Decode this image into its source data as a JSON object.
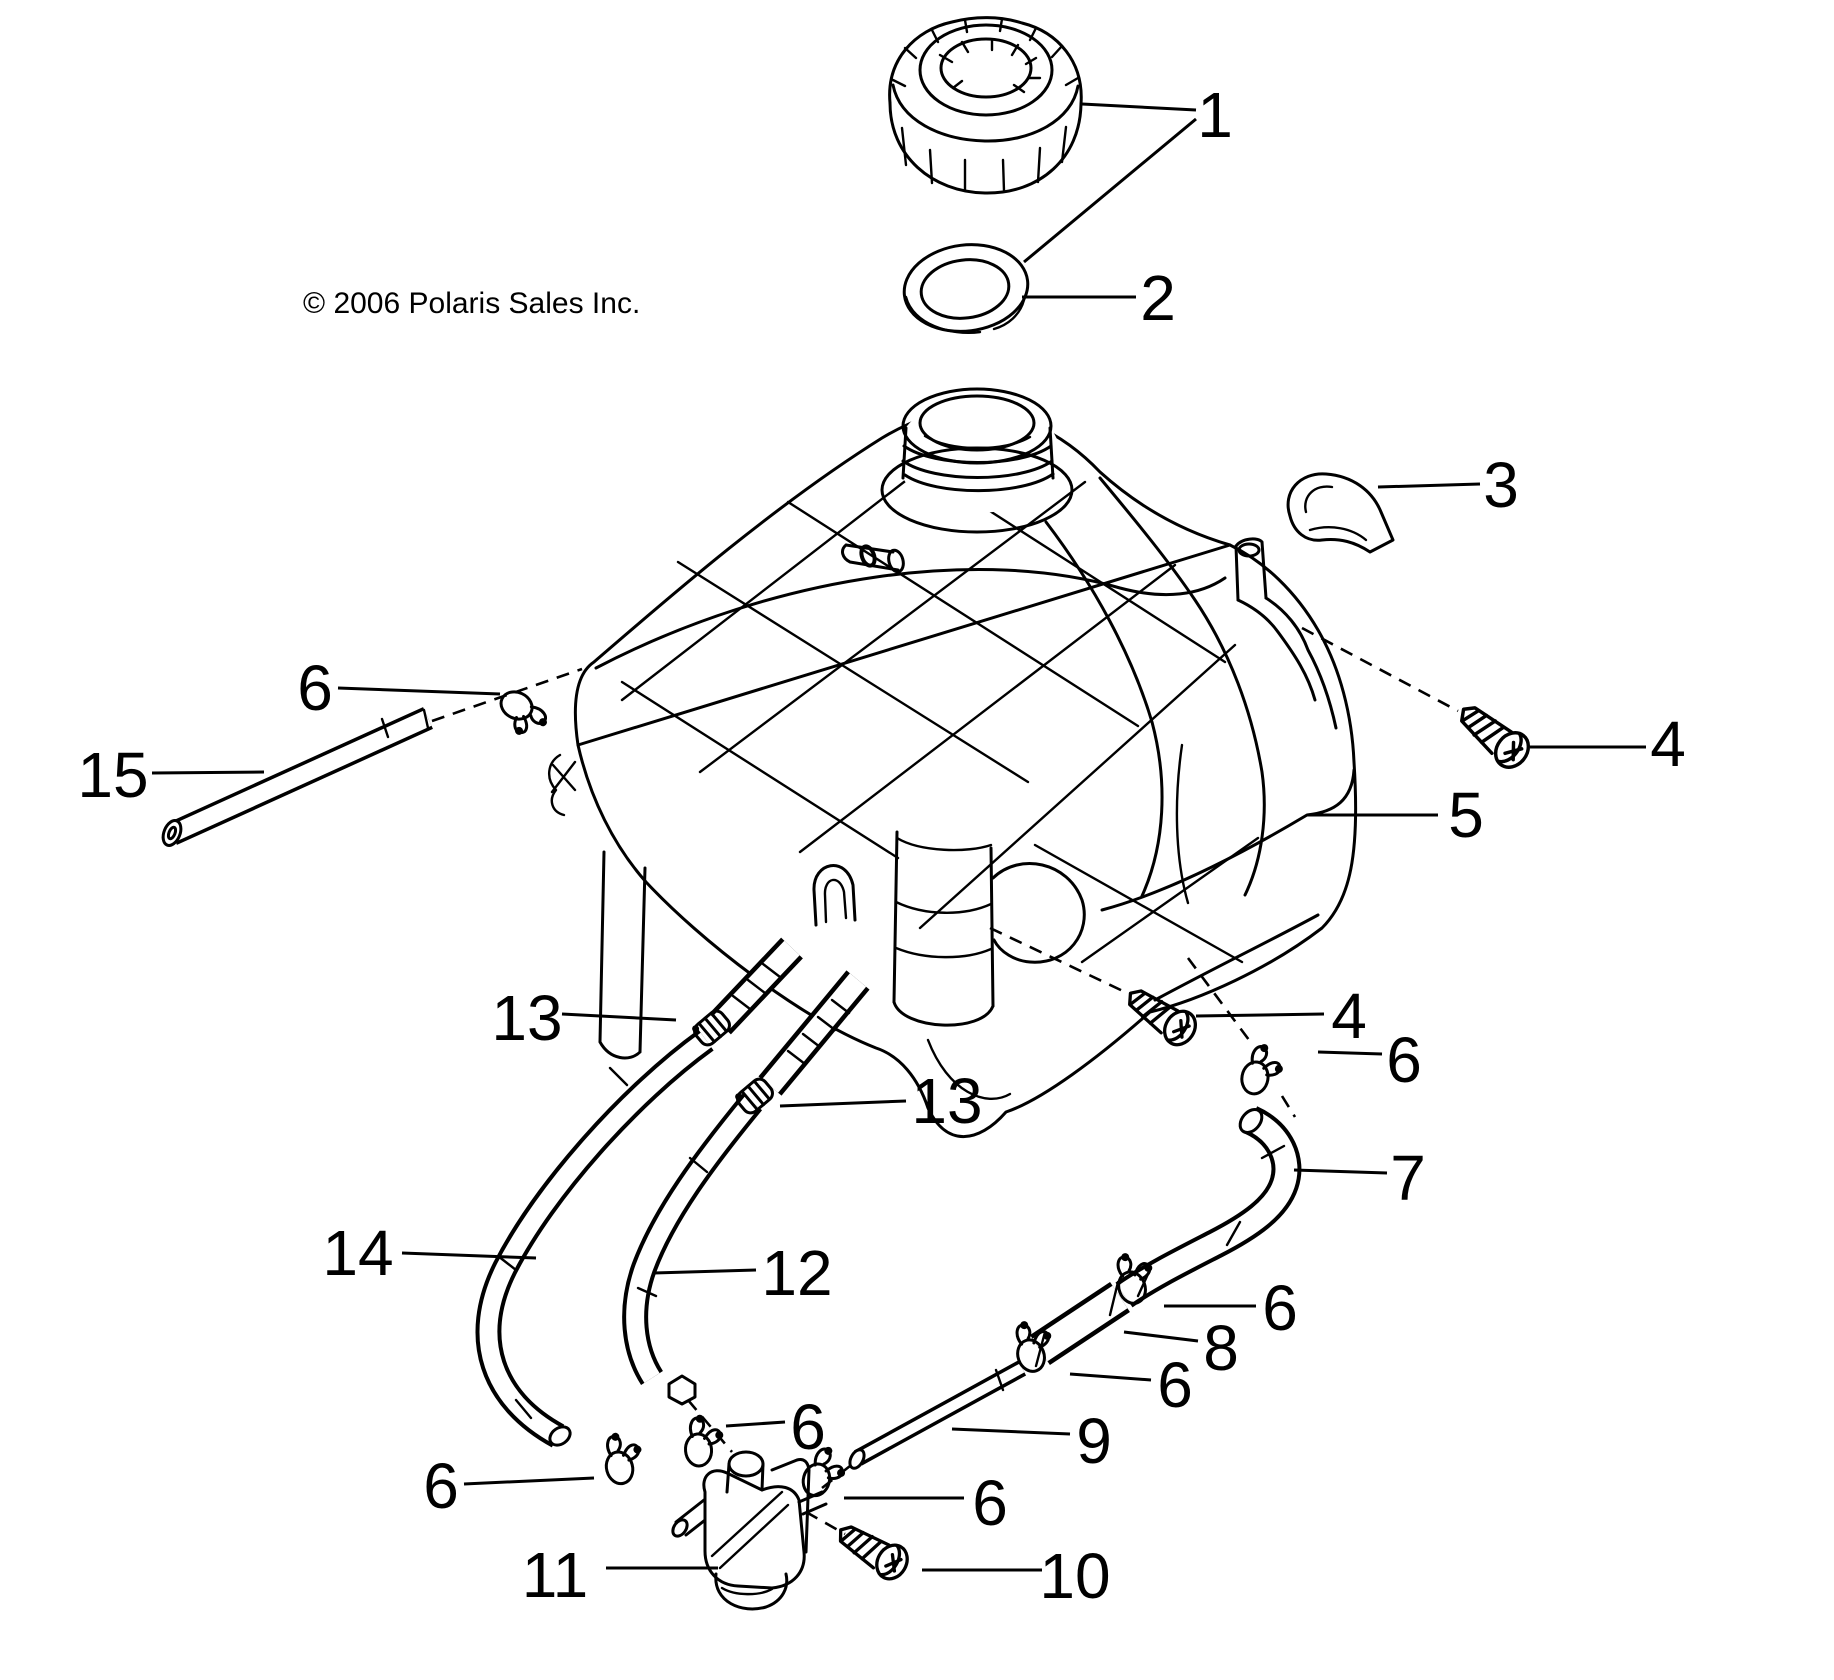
{
  "copyright": "© 2006 Polaris Sales Inc.",
  "colors": {
    "line": "#000000",
    "background": "#ffffff"
  },
  "callouts": [
    {
      "label": "1",
      "points_to": "fuel-cap"
    },
    {
      "label": "2",
      "points_to": "cap-gasket"
    },
    {
      "label": "3",
      "points_to": "saddle-pad"
    },
    {
      "label": "4",
      "points_to": "mount-screw-upper"
    },
    {
      "label": "5",
      "points_to": "fuel-tank"
    },
    {
      "label": "6",
      "points_to": "clamp-vent-tube"
    },
    {
      "label": "15",
      "points_to": "vent-tube"
    },
    {
      "label": "13",
      "points_to": "clamp-outlet-left"
    },
    {
      "label": "13",
      "points_to": "clamp-outlet-right"
    },
    {
      "label": "12",
      "points_to": "fuel-hose-middle"
    },
    {
      "label": "14",
      "points_to": "fuel-hose-left"
    },
    {
      "label": "4",
      "points_to": "mount-screw-lower"
    },
    {
      "label": "6",
      "points_to": "clamp-return-hose-top"
    },
    {
      "label": "7",
      "points_to": "return-hose"
    },
    {
      "label": "6",
      "points_to": "clamp-return-hose-mid"
    },
    {
      "label": "8",
      "points_to": "hose-connector"
    },
    {
      "label": "6",
      "points_to": "clamp-connector"
    },
    {
      "label": "9",
      "points_to": "outlet-tube"
    },
    {
      "label": "6",
      "points_to": "clamp-valve-inlet"
    },
    {
      "label": "6",
      "points_to": "clamp-valve-outlet"
    },
    {
      "label": "6",
      "points_to": "clamp-hose-left-end"
    },
    {
      "label": "11",
      "points_to": "fuel-valve"
    },
    {
      "label": "10",
      "points_to": "valve-screw"
    }
  ]
}
